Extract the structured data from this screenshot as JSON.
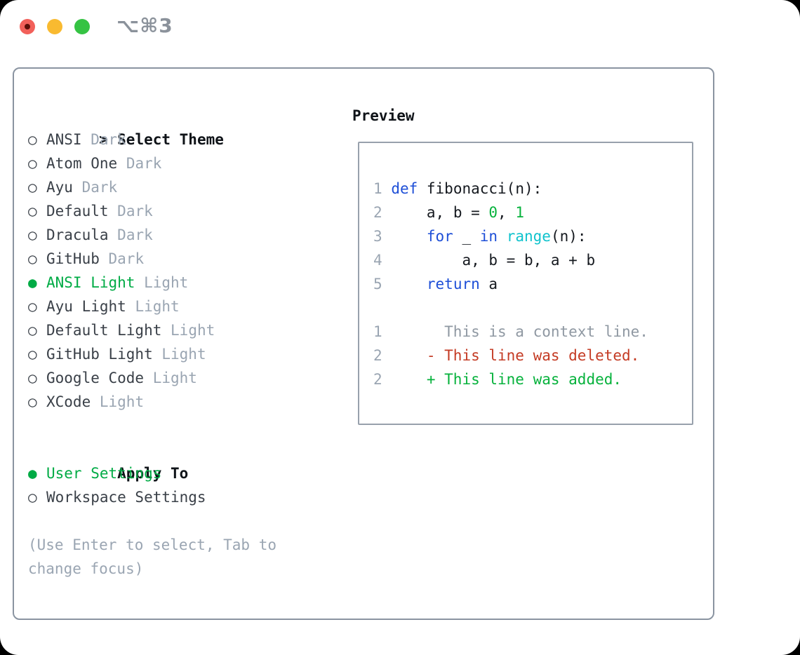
{
  "window": {
    "title": "⌥⌘3",
    "traffic_lights": [
      "close",
      "minimize",
      "zoom"
    ]
  },
  "colors": {
    "accent_green": "#00ab45",
    "keyword_blue": "#1e4fd7",
    "builtin_cyan": "#10c3cd",
    "number_green": "#06b23c",
    "deleted_red": "#c43b24",
    "added_green": "#06b23c",
    "muted_gray": "#9aa5b2",
    "text_dark": "#3a4048",
    "border_gray": "#8a94a1",
    "light_red": "#f2605a",
    "light_yellow": "#f9ba30",
    "light_green": "#35c343"
  },
  "theme_picker": {
    "header": {
      "marker": ">",
      "label": "Select Theme"
    },
    "items": [
      {
        "name": "ANSI",
        "tag": "Dark",
        "selected": false
      },
      {
        "name": "Atom One",
        "tag": "Dark",
        "selected": false
      },
      {
        "name": "Ayu",
        "tag": "Dark",
        "selected": false
      },
      {
        "name": "Default",
        "tag": "Dark",
        "selected": false
      },
      {
        "name": "Dracula",
        "tag": "Dark",
        "selected": false
      },
      {
        "name": "GitHub",
        "tag": "Dark",
        "selected": false
      },
      {
        "name": "ANSI Light",
        "tag": "Light",
        "selected": true
      },
      {
        "name": "Ayu Light",
        "tag": "Light",
        "selected": false
      },
      {
        "name": "Default Light",
        "tag": "Light",
        "selected": false
      },
      {
        "name": "GitHub Light",
        "tag": "Light",
        "selected": false
      },
      {
        "name": "Google Code",
        "tag": "Light",
        "selected": false
      },
      {
        "name": "XCode",
        "tag": "Light",
        "selected": false
      }
    ]
  },
  "apply_to": {
    "label": "Apply To",
    "options": [
      {
        "name": "User Settings",
        "selected": true
      },
      {
        "name": "Workspace Settings",
        "selected": false
      }
    ]
  },
  "hint": "(Use Enter to select, Tab to change focus)",
  "preview": {
    "label": "Preview",
    "code_lines": [
      {
        "num": "1",
        "segments": [
          {
            "text": "def",
            "color": "keyword"
          },
          {
            "text": " fibonacci(n):",
            "color": "default"
          }
        ]
      },
      {
        "num": "2",
        "segments": [
          {
            "text": "    a, b = ",
            "color": "default"
          },
          {
            "text": "0",
            "color": "number"
          },
          {
            "text": ", ",
            "color": "default"
          },
          {
            "text": "1",
            "color": "number"
          }
        ]
      },
      {
        "num": "3",
        "segments": [
          {
            "text": "    ",
            "color": "default"
          },
          {
            "text": "for",
            "color": "keyword"
          },
          {
            "text": " _ ",
            "color": "default"
          },
          {
            "text": "in",
            "color": "keyword"
          },
          {
            "text": " ",
            "color": "default"
          },
          {
            "text": "range",
            "color": "builtin"
          },
          {
            "text": "(n):",
            "color": "default"
          }
        ]
      },
      {
        "num": "4",
        "segments": [
          {
            "text": "        a, b = b, a + b",
            "color": "default"
          }
        ]
      },
      {
        "num": "5",
        "segments": [
          {
            "text": "    ",
            "color": "default"
          },
          {
            "text": "return",
            "color": "keyword"
          },
          {
            "text": " a",
            "color": "default"
          }
        ]
      }
    ],
    "diff_lines": [
      {
        "num": "1",
        "marker": " ",
        "text": "This is a context line.",
        "type": "context"
      },
      {
        "num": "2",
        "marker": "-",
        "text": "This line was deleted.",
        "type": "deleted"
      },
      {
        "num": "2",
        "marker": "+",
        "text": "This line was added.",
        "type": "added"
      }
    ]
  }
}
